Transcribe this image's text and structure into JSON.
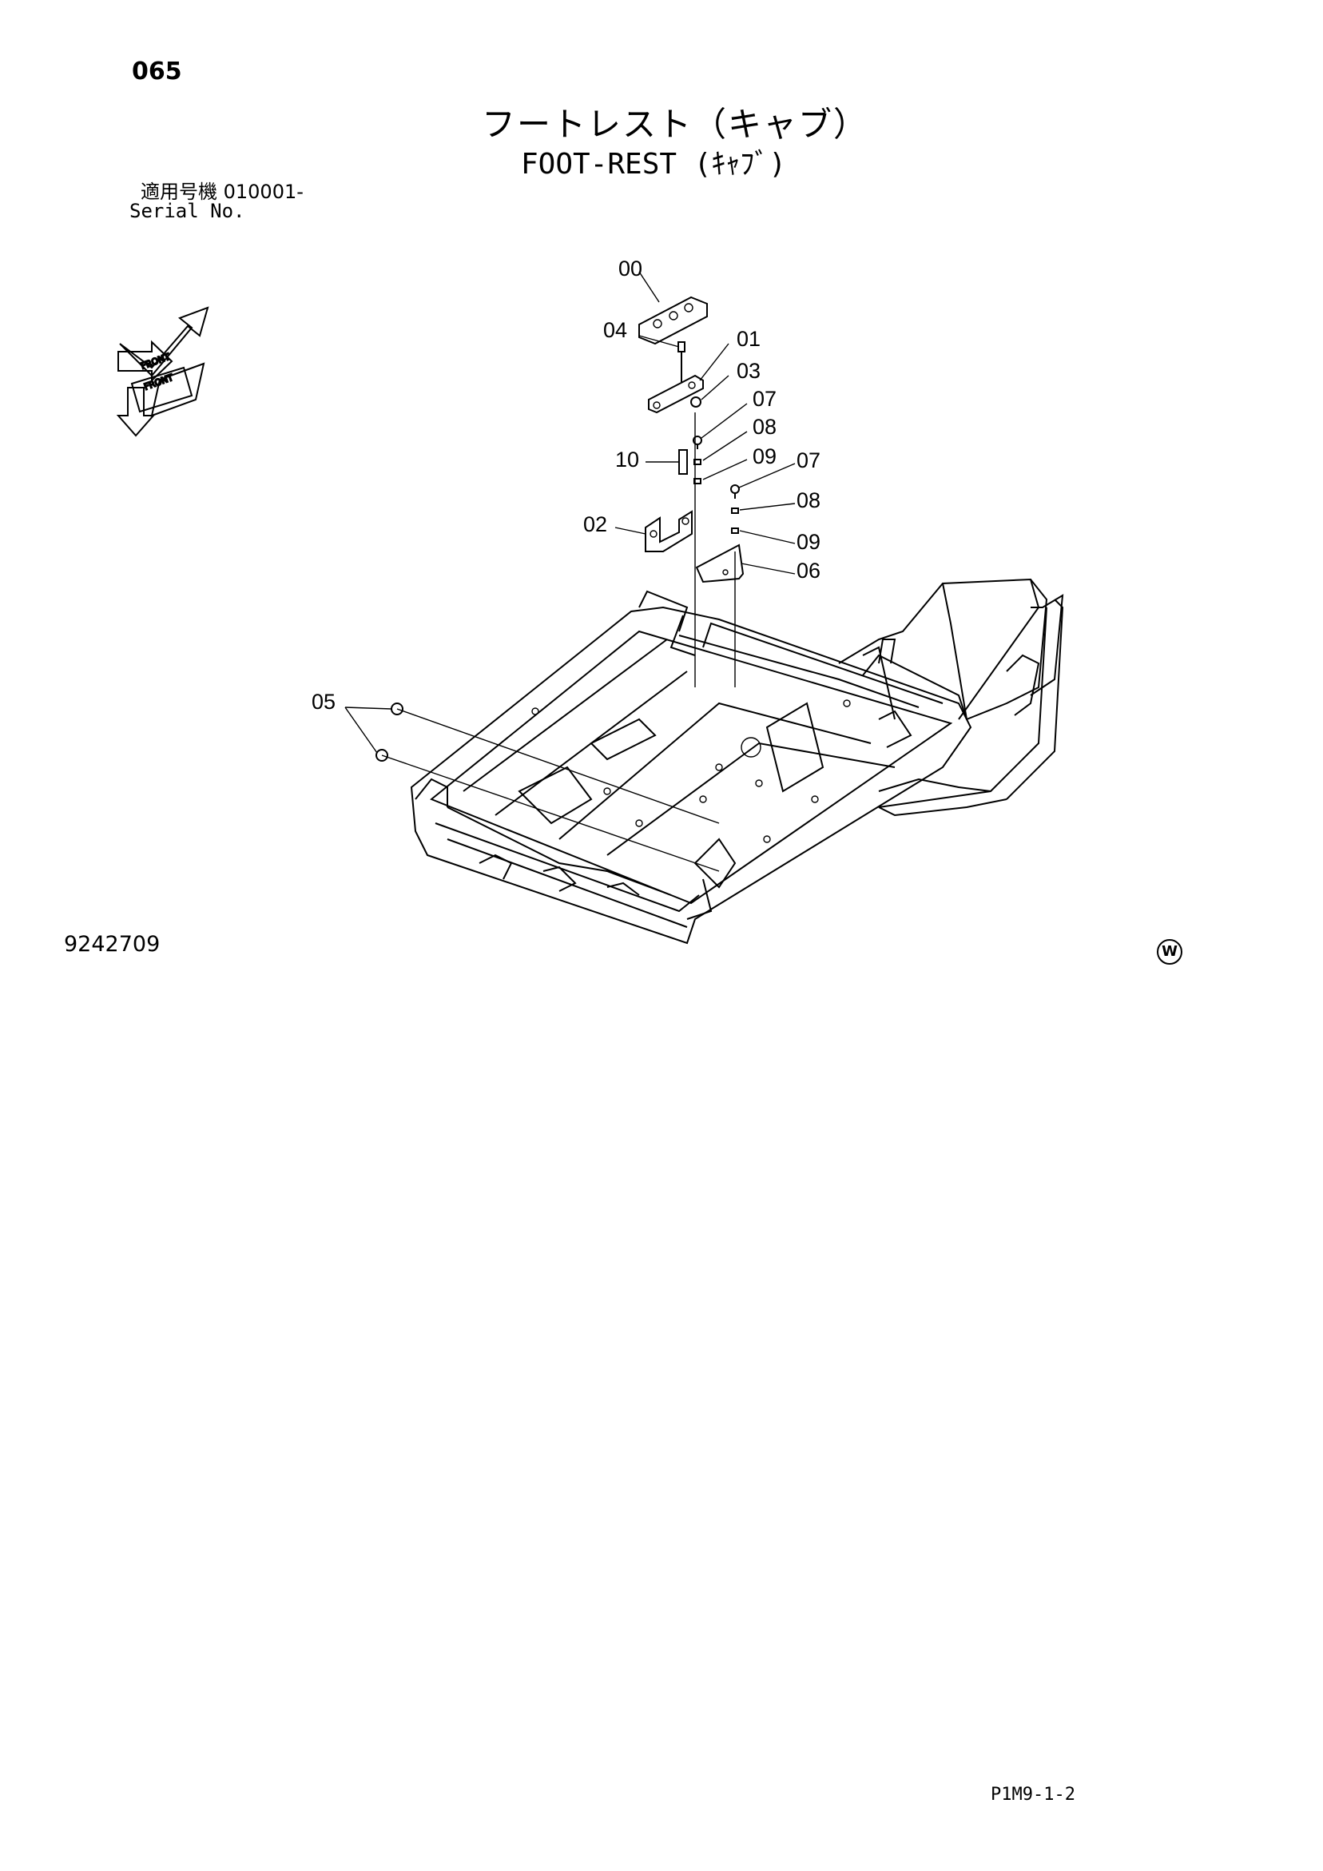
{
  "page_number": "065",
  "title_jp": "フートレスト（キャブ）",
  "title_en": "FOOT-REST (ｷｬﾌﾞ)",
  "serial_label_jp": "適用号機  010001-",
  "serial_label_en": "Serial No.",
  "drawing_number": "9242709",
  "corner_mark": "W",
  "page_code": "P1M9-1-2",
  "orientation_icon": "front-direction-arrows-icon",
  "part_callouts": [
    "00",
    "04",
    "01",
    "03",
    "07",
    "08",
    "10",
    "09",
    "07",
    "02",
    "08",
    "09",
    "06",
    "05"
  ]
}
